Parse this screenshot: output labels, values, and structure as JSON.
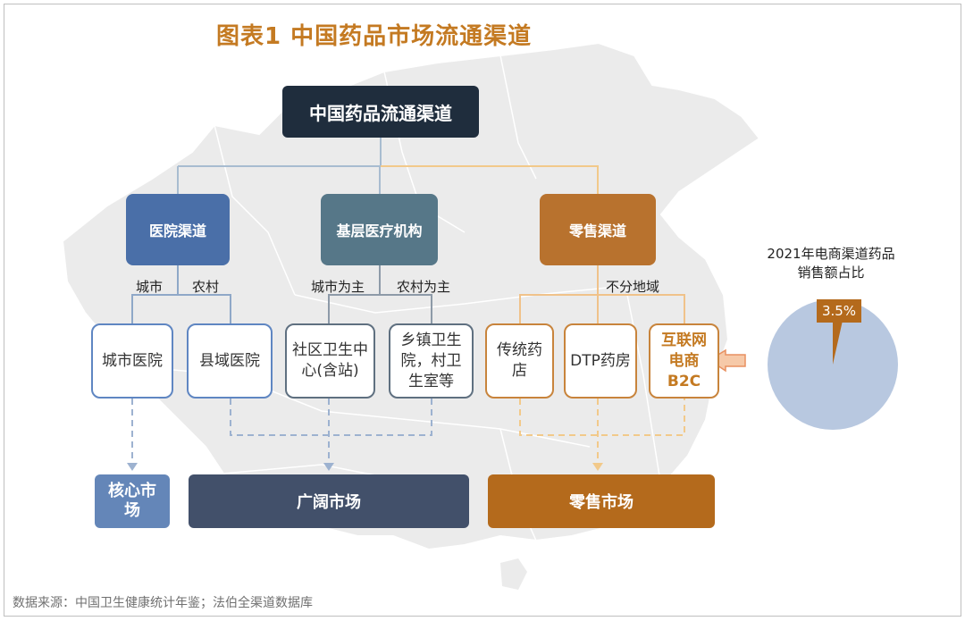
{
  "title": "图表1 中国药品市场流通渠道",
  "root": "中国药品流通渠道",
  "categories": {
    "hospital": "医院渠道",
    "primary": "基层医疗机构",
    "retail": "零售渠道"
  },
  "branch_labels": {
    "city": "城市",
    "rural": "农村",
    "city_main": "城市为主",
    "rural_main": "农村为主",
    "all_regions": "不分地域"
  },
  "nodes": {
    "city_hospital": "城市医院",
    "county_hospital": "县域医院",
    "community_line1": "社区卫生中",
    "community_line2": "心(含站)",
    "township_line1": "乡镇卫生",
    "township_line2": "院，村卫",
    "township_line3": "生室等",
    "trad_pharmacy_line1": "传统药",
    "trad_pharmacy_line2": "店",
    "dtp": "DTP药房",
    "b2c_line1": "互联网",
    "b2c_line2": "电商",
    "b2c_line3": "B2C"
  },
  "markets": {
    "core_line1": "核心市",
    "core_line2": "场",
    "broad": "广阔市场",
    "retail": "零售市场"
  },
  "pie": {
    "title_line1": "2021年电商渠道药品",
    "title_line2": "销售额占比",
    "label": "3.5%",
    "value_percent": 3.5,
    "colors": {
      "main": "#b8c8e0",
      "highlight": "#b46a1c"
    }
  },
  "source": "数据来源：中国卫生健康统计年鉴；法伯全渠道数据库",
  "colors": {
    "title": "#c47a22",
    "root": "#1f2d3d",
    "hospital": "#4a6fa8",
    "primary": "#567788",
    "retail": "#b8722e"
  }
}
